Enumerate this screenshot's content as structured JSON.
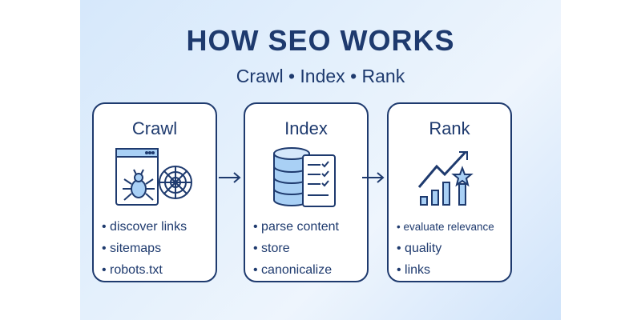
{
  "title": "HOW SEO WORKS",
  "subtitle": "Crawl • Index • Rank",
  "cards": [
    {
      "title": "Crawl",
      "icon": "spider-browser-icon",
      "items": [
        "discover links",
        "sitemaps",
        "robots.txt"
      ]
    },
    {
      "title": "Index",
      "icon": "database-checklist-icon",
      "items": [
        "parse content",
        "store",
        "canonicalize"
      ]
    },
    {
      "title": "Rank",
      "icon": "growth-chart-star-icon",
      "items": [
        "evaluate relevance",
        "quality",
        "links"
      ]
    }
  ],
  "colors": {
    "navy": "#1e3a6e",
    "light_blue": "#a9d0f5"
  }
}
